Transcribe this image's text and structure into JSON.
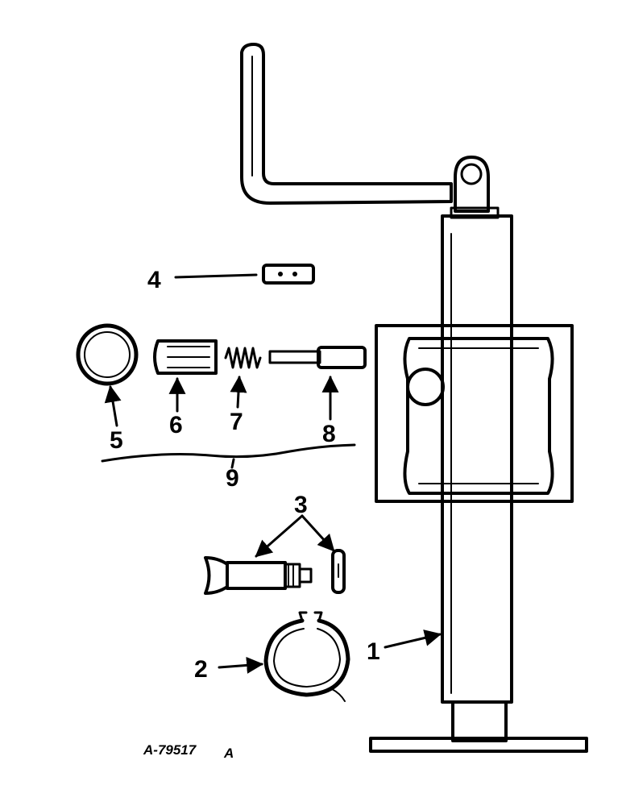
{
  "callouts": [
    {
      "id": "1",
      "label": "1"
    },
    {
      "id": "2",
      "label": "2"
    },
    {
      "id": "3",
      "label": "3"
    },
    {
      "id": "4",
      "label": "4"
    },
    {
      "id": "5",
      "label": "5"
    },
    {
      "id": "6",
      "label": "6"
    },
    {
      "id": "7",
      "label": "7"
    },
    {
      "id": "8",
      "label": "8"
    },
    {
      "id": "9",
      "label": "9"
    }
  ],
  "drawing_code": "A-79517",
  "revision": "A"
}
